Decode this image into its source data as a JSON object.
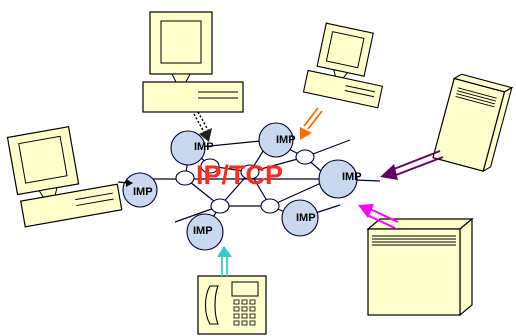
{
  "diagram": {
    "title": "IP/TCP",
    "node_label": "IMP",
    "colors": {
      "device_fill": "#ffffcc",
      "device_stroke": "#000000",
      "imp_fill": "#c8d8ee",
      "link_stroke": "#000033",
      "title": "#ff2a1a",
      "arrow_black": "#000000",
      "arrow_orange": "#ff6a00",
      "arrow_purple": "#660066",
      "arrow_magenta": "#ff00ff",
      "arrow_teal": "#33cccc"
    },
    "devices": [
      "top-computer",
      "left-computer",
      "laptop-computer",
      "tower-server",
      "mainframe-server",
      "telephone"
    ],
    "icons": [
      "monitor-icon",
      "server-icon",
      "telephone-icon",
      "network-cloud-icon"
    ]
  }
}
